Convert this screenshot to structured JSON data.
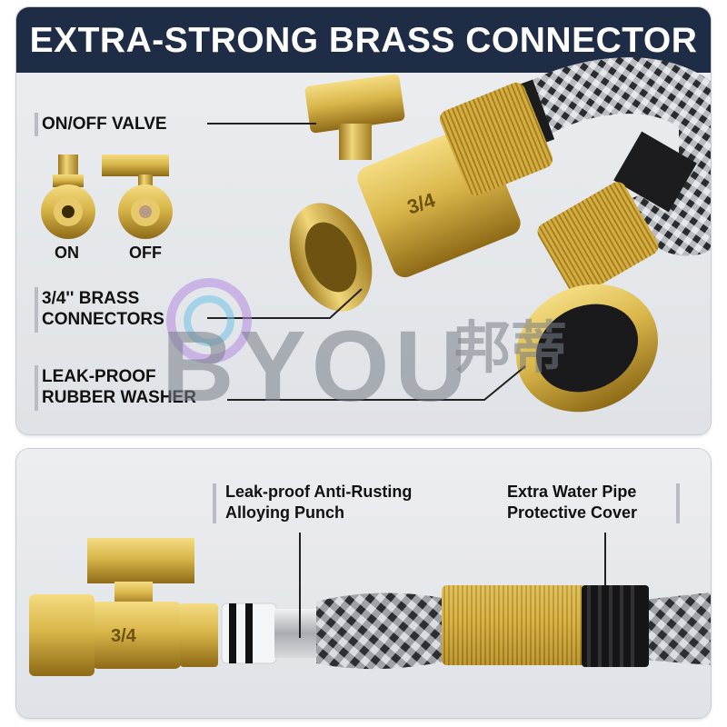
{
  "banner": {
    "title": "EXTRA-STRONG BRASS CONNECTOR"
  },
  "callouts": {
    "valve": "ON/OFF VALVE",
    "connectors": "3/4'' BRASS\nCONNECTORS",
    "washer": "LEAK-PROOF\nRUBBER WASHER"
  },
  "valve_states": {
    "on": "ON",
    "off": "OFF"
  },
  "bottom_callouts": {
    "punch": "Leak-proof Anti-Rusting\nAlloying Punch",
    "cover": "Extra Water Pipe\nProtective Cover"
  },
  "fitting_marking": "3/4",
  "watermark": {
    "text": "BYOU",
    "cjk": "邦蒂"
  },
  "colors": {
    "banner": "#1e2c45",
    "brass": "#d9b64a",
    "brass_dark": "#a6801f",
    "hose": "#8c8f94"
  }
}
